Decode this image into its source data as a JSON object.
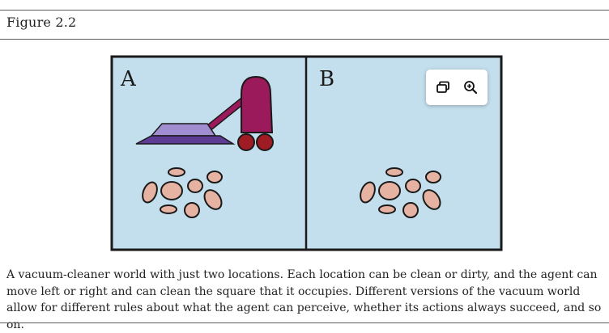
{
  "figure_label": "Figure 2.2",
  "panels": [
    {
      "label": "A"
    },
    {
      "label": "B"
    }
  ],
  "toolbar": {
    "buttons": [
      {
        "icon": "open-in-window-icon"
      },
      {
        "icon": "zoom-in-icon"
      }
    ]
  },
  "caption": "A vacuum-cleaner world with just two locations. Each location can be clean or dirty, and the agent can move left or right and can clean the square that it occupies. Different versions of the vacuum world allow for different rules about what the agent can perceive, whether its actions always succeed, and so on.",
  "colors": {
    "room": "#c3deec",
    "frame": "#1a1a1a",
    "dirt": "#e6b2a2",
    "vacuum_body": "#9a1a5c",
    "vacuum_wheels": "#a01c24",
    "vacuum_head": "#a08ed0",
    "vacuum_base": "#5e3c96"
  }
}
